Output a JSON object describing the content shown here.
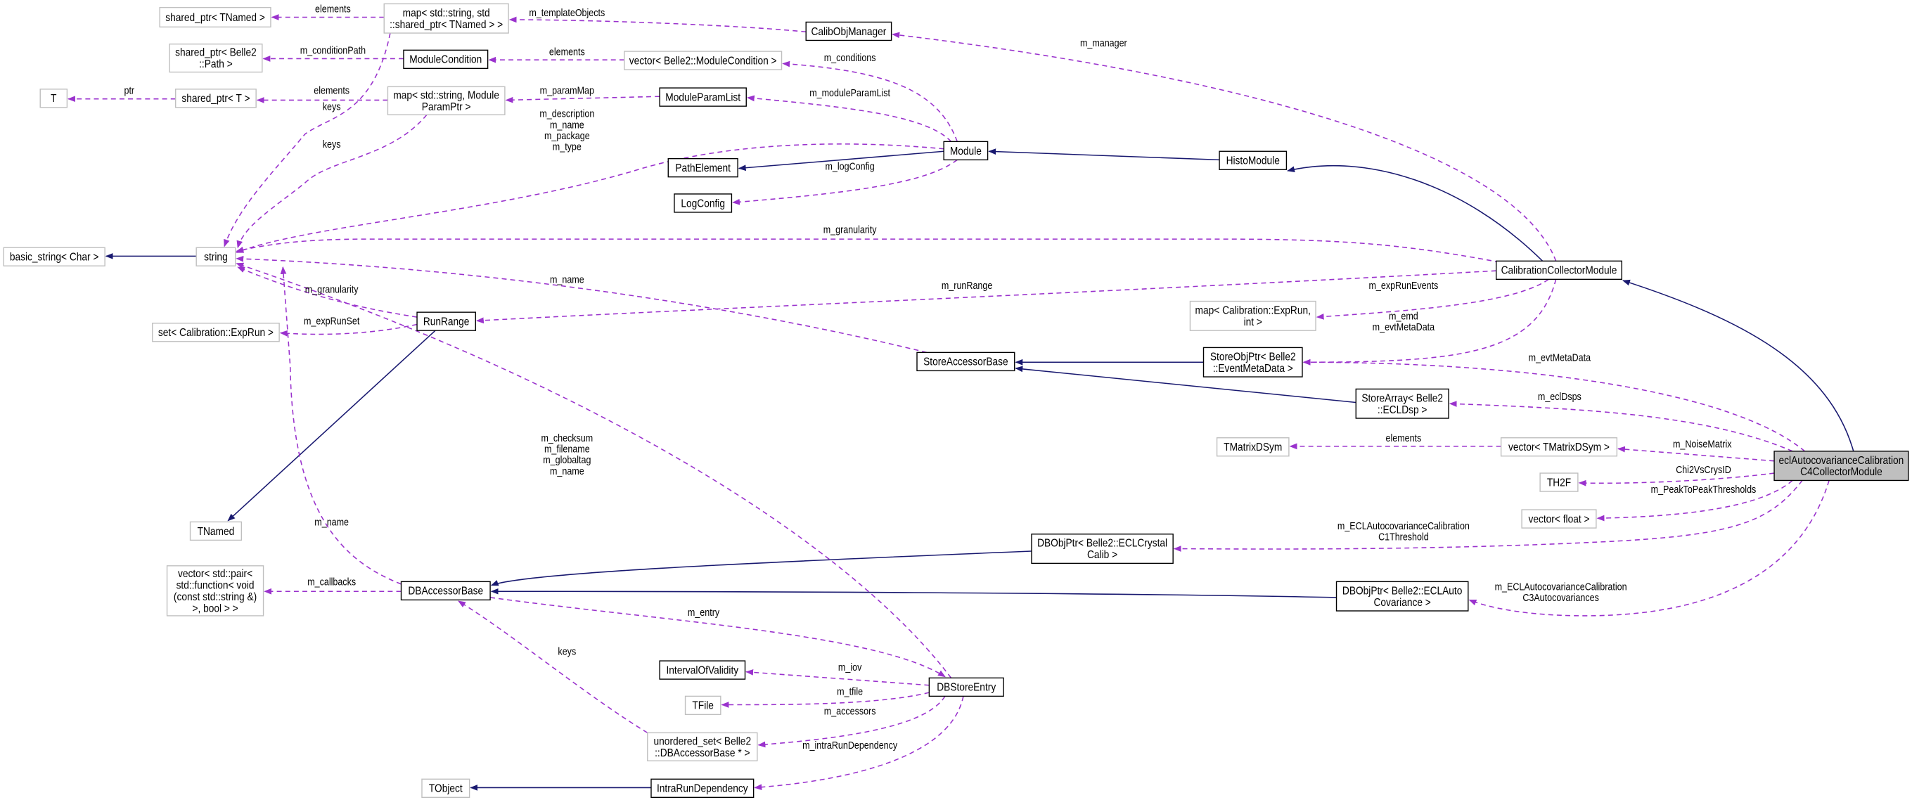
{
  "diagram": {
    "colors": {
      "inheritance": "#191970",
      "usage": "#9a32cd",
      "external_border": "#bfbfbf",
      "focus_fill": "#bfbfbf"
    },
    "nodes": [
      {
        "id": "shared_tnamed",
        "kind": "external",
        "lines": [
          "shared_ptr< TNamed >"
        ]
      },
      {
        "id": "map_tnamed",
        "kind": "external",
        "lines": [
          "map< std::string, std",
          "::shared_ptr< TNamed > >"
        ]
      },
      {
        "id": "calibobj",
        "kind": "class",
        "lines": [
          "CalibObjManager"
        ]
      },
      {
        "id": "shared_path",
        "kind": "external",
        "lines": [
          "shared_ptr< Belle2",
          "::Path >"
        ]
      },
      {
        "id": "modcond",
        "kind": "class",
        "lines": [
          "ModuleCondition"
        ]
      },
      {
        "id": "vec_modcond",
        "kind": "external",
        "lines": [
          "vector< Belle2::ModuleCondition >"
        ]
      },
      {
        "id": "T",
        "kind": "external",
        "lines": [
          "T"
        ]
      },
      {
        "id": "shared_T",
        "kind": "external",
        "lines": [
          "shared_ptr< T >"
        ]
      },
      {
        "id": "map_param",
        "kind": "external",
        "lines": [
          "map< std::string, Module",
          "ParamPtr >"
        ]
      },
      {
        "id": "modparamlist",
        "kind": "class",
        "lines": [
          "ModuleParamList"
        ]
      },
      {
        "id": "module",
        "kind": "class",
        "lines": [
          "Module"
        ]
      },
      {
        "id": "pathelement",
        "kind": "class",
        "lines": [
          "PathElement"
        ]
      },
      {
        "id": "logconfig",
        "kind": "class",
        "lines": [
          "LogConfig"
        ]
      },
      {
        "id": "histomodule",
        "kind": "class",
        "lines": [
          "HistoModule"
        ]
      },
      {
        "id": "basic_string",
        "kind": "external",
        "lines": [
          "basic_string< Char >"
        ]
      },
      {
        "id": "string",
        "kind": "external",
        "lines": [
          "string"
        ]
      },
      {
        "id": "calcollector",
        "kind": "class",
        "lines": [
          "CalibrationCollectorModule"
        ]
      },
      {
        "id": "runrange",
        "kind": "class",
        "lines": [
          "RunRange"
        ]
      },
      {
        "id": "set_exprun",
        "kind": "external",
        "lines": [
          "set< Calibration::ExpRun >"
        ]
      },
      {
        "id": "map_exprun",
        "kind": "external",
        "lines": [
          "map< Calibration::ExpRun,",
          "int >"
        ]
      },
      {
        "id": "storeaccbase",
        "kind": "class",
        "lines": [
          "StoreAccessorBase"
        ]
      },
      {
        "id": "storeobjptr",
        "kind": "class",
        "lines": [
          "StoreObjPtr< Belle2",
          "::EventMetaData >"
        ]
      },
      {
        "id": "storearray",
        "kind": "class",
        "lines": [
          "StoreArray< Belle2",
          "::ECLDsp >"
        ]
      },
      {
        "id": "tmatrixdsym",
        "kind": "external",
        "lines": [
          "TMatrixDSym"
        ]
      },
      {
        "id": "vec_tmatrix",
        "kind": "external",
        "lines": [
          "vector< TMatrixDSym >"
        ]
      },
      {
        "id": "ecl",
        "kind": "focus",
        "lines": [
          "eclAutocovarianceCalibration",
          "C4CollectorModule"
        ]
      },
      {
        "id": "th2f",
        "kind": "external",
        "lines": [
          "TH2F"
        ]
      },
      {
        "id": "vec_float",
        "kind": "external",
        "lines": [
          "vector< float >"
        ]
      },
      {
        "id": "tnamed",
        "kind": "external",
        "lines": [
          "TNamed"
        ]
      },
      {
        "id": "dbobj_crystal",
        "kind": "class",
        "lines": [
          "DBObjPtr< Belle2::ECLCrystal",
          "Calib >"
        ]
      },
      {
        "id": "vec_pair",
        "kind": "external",
        "lines": [
          "vector< std::pair<",
          "std::function< void",
          "(const std::string &)",
          ">, bool > >"
        ]
      },
      {
        "id": "dbaccbase",
        "kind": "class",
        "lines": [
          "DBAccessorBase"
        ]
      },
      {
        "id": "dbobj_autocov",
        "kind": "class",
        "lines": [
          "DBObjPtr< Belle2::ECLAuto",
          "Covariance >"
        ]
      },
      {
        "id": "iov",
        "kind": "class",
        "lines": [
          "IntervalOfValidity"
        ]
      },
      {
        "id": "dbstore",
        "kind": "class",
        "lines": [
          "DBStoreEntry"
        ]
      },
      {
        "id": "tfile",
        "kind": "external",
        "lines": [
          "TFile"
        ]
      },
      {
        "id": "unordered",
        "kind": "external",
        "lines": [
          "unordered_set< Belle2",
          "::DBAccessorBase * >"
        ]
      },
      {
        "id": "tobject",
        "kind": "external",
        "lines": [
          "TObject"
        ]
      },
      {
        "id": "intrarun",
        "kind": "class",
        "lines": [
          "IntraRunDependency"
        ]
      }
    ],
    "edges": [
      {
        "from": "map_tnamed",
        "to": "shared_tnamed",
        "kind": "use",
        "label": [
          "elements"
        ]
      },
      {
        "from": "calibobj",
        "to": "map_tnamed",
        "kind": "use",
        "label": [
          "m_templateObjects"
        ]
      },
      {
        "from": "calcollector",
        "to": "calibobj",
        "kind": "use",
        "label": [
          "m_manager"
        ]
      },
      {
        "from": "map_tnamed",
        "to": "string",
        "kind": "use",
        "label": [
          "keys"
        ]
      },
      {
        "from": "modcond",
        "to": "shared_path",
        "kind": "use",
        "label": [
          "m_conditionPath"
        ]
      },
      {
        "from": "vec_modcond",
        "to": "modcond",
        "kind": "use",
        "label": [
          "elements"
        ]
      },
      {
        "from": "module",
        "to": "vec_modcond",
        "kind": "use",
        "label": [
          "m_conditions"
        ]
      },
      {
        "from": "shared_T",
        "to": "T",
        "kind": "use",
        "label": [
          "ptr"
        ]
      },
      {
        "from": "map_param",
        "to": "shared_T",
        "kind": "use",
        "label": [
          "elements"
        ]
      },
      {
        "from": "map_param",
        "to": "string",
        "kind": "use",
        "label": [
          "keys"
        ]
      },
      {
        "from": "modparamlist",
        "to": "map_param",
        "kind": "use",
        "label": [
          "m_paramMap"
        ]
      },
      {
        "from": "module",
        "to": "modparamlist",
        "kind": "use",
        "label": [
          "m_moduleParamList"
        ]
      },
      {
        "from": "module",
        "to": "string",
        "kind": "use",
        "label": [
          "m_description",
          "m_name",
          "m_package",
          "m_type"
        ]
      },
      {
        "from": "module",
        "to": "pathelement",
        "kind": "inherit",
        "label": []
      },
      {
        "from": "module",
        "to": "logconfig",
        "kind": "use",
        "label": [
          "m_logConfig"
        ]
      },
      {
        "from": "histomodule",
        "to": "module",
        "kind": "inherit",
        "label": []
      },
      {
        "from": "calcollector",
        "to": "histomodule",
        "kind": "inherit",
        "label": []
      },
      {
        "from": "calcollector",
        "to": "string",
        "kind": "use",
        "label": [
          "m_granularity"
        ]
      },
      {
        "from": "string",
        "to": "basic_string",
        "kind": "inherit",
        "label": []
      },
      {
        "from": "calcollector",
        "to": "runrange",
        "kind": "use",
        "label": [
          "m_runRange"
        ]
      },
      {
        "from": "storeaccbase",
        "to": "string",
        "kind": "use",
        "label": [
          "m_name"
        ]
      },
      {
        "from": "runrange",
        "to": "string",
        "kind": "use",
        "label": [
          "m_granularity"
        ]
      },
      {
        "from": "runrange",
        "to": "set_exprun",
        "kind": "use",
        "label": [
          "m_expRunSet"
        ]
      },
      {
        "from": "runrange",
        "to": "tnamed",
        "kind": "inherit",
        "label": []
      },
      {
        "from": "calcollector",
        "to": "map_exprun",
        "kind": "use",
        "label": [
          "m_expRunEvents"
        ]
      },
      {
        "from": "calcollector",
        "to": "storeobjptr",
        "kind": "use",
        "label": [
          "m_emd",
          "m_evtMetaData"
        ]
      },
      {
        "from": "storeobjptr",
        "to": "storeaccbase",
        "kind": "inherit",
        "label": []
      },
      {
        "from": "storearray",
        "to": "storeaccbase",
        "kind": "inherit",
        "label": []
      },
      {
        "from": "ecl",
        "to": "storeobjptr",
        "kind": "use",
        "label": [
          "m_evtMetaData"
        ]
      },
      {
        "from": "ecl",
        "to": "storearray",
        "kind": "use",
        "label": [
          "m_eclDsps"
        ]
      },
      {
        "from": "ecl",
        "to": "calcollector",
        "kind": "inherit",
        "label": []
      },
      {
        "from": "vec_tmatrix",
        "to": "tmatrixdsym",
        "kind": "use",
        "label": [
          "elements"
        ]
      },
      {
        "from": "ecl",
        "to": "vec_tmatrix",
        "kind": "use",
        "label": [
          "m_NoiseMatrix"
        ]
      },
      {
        "from": "ecl",
        "to": "th2f",
        "kind": "use",
        "label": [
          "Chi2VsCrysID"
        ]
      },
      {
        "from": "ecl",
        "to": "vec_float",
        "kind": "use",
        "label": [
          "m_PeakToPeakThresholds"
        ]
      },
      {
        "from": "ecl",
        "to": "dbobj_crystal",
        "kind": "use",
        "label": [
          "m_ECLAutocovarianceCalibration",
          "C1Threshold"
        ]
      },
      {
        "from": "ecl",
        "to": "dbobj_autocov",
        "kind": "use",
        "label": [
          "m_ECLAutocovarianceCalibration",
          "C3Autocovariances"
        ]
      },
      {
        "from": "dbobj_crystal",
        "to": "dbaccbase",
        "kind": "inherit",
        "label": []
      },
      {
        "from": "dbobj_autocov",
        "to": "dbaccbase",
        "kind": "inherit",
        "label": []
      },
      {
        "from": "dbaccbase",
        "to": "string",
        "kind": "use",
        "label": [
          "m_name"
        ]
      },
      {
        "from": "dbaccbase",
        "to": "vec_pair",
        "kind": "use",
        "label": [
          "m_callbacks"
        ]
      },
      {
        "from": "dbstore",
        "to": "string",
        "kind": "use",
        "label": [
          "m_checksum",
          "m_filename",
          "m_globaltag",
          "m_name"
        ]
      },
      {
        "from": "dbaccbase",
        "to": "dbstore",
        "kind": "use",
        "label": [
          "m_entry"
        ]
      },
      {
        "from": "unordered",
        "to": "dbaccbase",
        "kind": "use",
        "label": [
          "keys"
        ]
      },
      {
        "from": "dbstore",
        "to": "iov",
        "kind": "use",
        "label": [
          "m_iov"
        ]
      },
      {
        "from": "dbstore",
        "to": "tfile",
        "kind": "use",
        "label": [
          "m_tfile"
        ]
      },
      {
        "from": "dbstore",
        "to": "unordered",
        "kind": "use",
        "label": [
          "m_accessors"
        ]
      },
      {
        "from": "dbstore",
        "to": "intrarun",
        "kind": "use",
        "label": [
          "m_intraRunDependency"
        ]
      },
      {
        "from": "intrarun",
        "to": "tobject",
        "kind": "inherit",
        "label": []
      }
    ]
  }
}
